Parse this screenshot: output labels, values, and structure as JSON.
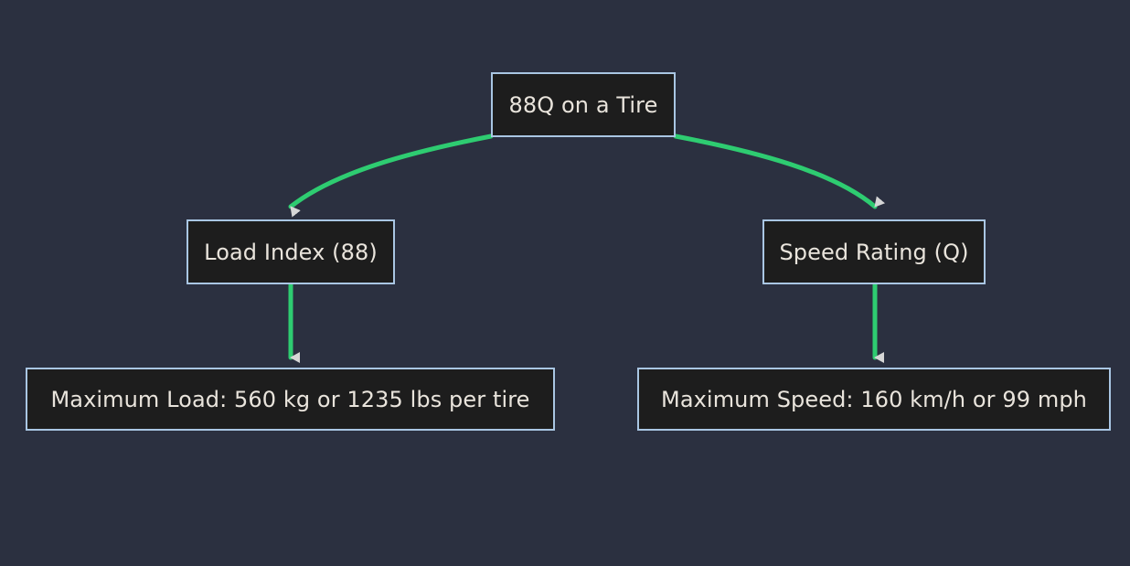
{
  "diagram": {
    "type": "flowchart",
    "direction": "top-down",
    "background_color": "#2b3040",
    "node_fill_color": "#1d1d1d",
    "node_border_color": "#a9c6e3",
    "node_text_color": "#e9e4dc",
    "edge_color": "#2ecc71",
    "arrowhead_color": "#d6d6d6",
    "nodes": [
      {
        "id": "root",
        "label": "88Q on a Tire"
      },
      {
        "id": "load_index",
        "label": "Load Index (88)"
      },
      {
        "id": "speed_rating",
        "label": "Speed Rating (Q)"
      },
      {
        "id": "max_load",
        "label": "Maximum Load: 560 kg or 1235 lbs per tire"
      },
      {
        "id": "max_speed",
        "label": "Maximum Speed: 160 km/h or 99 mph"
      }
    ],
    "edges": [
      {
        "from": "root",
        "to": "load_index",
        "style": "curved",
        "arrow": "triangle"
      },
      {
        "from": "root",
        "to": "speed_rating",
        "style": "curved",
        "arrow": "triangle"
      },
      {
        "from": "load_index",
        "to": "max_load",
        "style": "straight",
        "arrow": "triangle"
      },
      {
        "from": "speed_rating",
        "to": "max_speed",
        "style": "straight",
        "arrow": "triangle"
      }
    ]
  }
}
